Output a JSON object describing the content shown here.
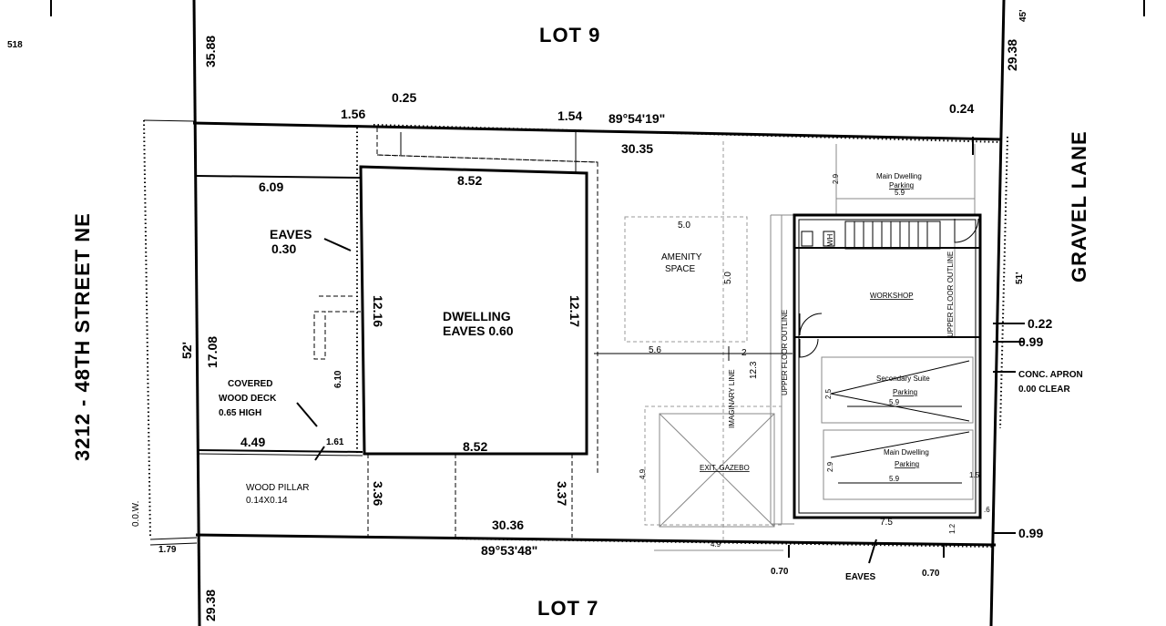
{
  "labels": {
    "lot_9": "LOT 9",
    "lot_7": "LOT 7",
    "street": "3212 - 48TH STREET NE",
    "gravel_lane": "GRAVEL LANE",
    "dwelling_1": "DWELLING",
    "dwelling_2": "EAVES 0.60",
    "eaves_1": "EAVES",
    "eaves_2": "0.30",
    "amenity_1": "AMENITY",
    "amenity_2": "SPACE",
    "deck_1": "COVERED",
    "deck_2": "WOOD DECK",
    "deck_3": "0.65 HIGH",
    "pillar_1": "WOOD PILLAR",
    "pillar_2": "0.14X0.14",
    "workshop": "WORKSHOP",
    "main_parking_top_1": "Main Dwelling",
    "main_parking_top_2": "Parking",
    "main_parking_bot_1": "Main Dwelling",
    "main_parking_bot_2": "Parking",
    "suite_parking_1": "Secondary Suite",
    "suite_parking_2": "Parking",
    "gazebo": "EXIT. GAZEBO",
    "imaginary_line": "IMAGINARY LINE",
    "upper_floor_1": "UPPER FLOOR OUTLINE",
    "upper_floor_2": "UPPER FLOOR OUTLINE",
    "conc_apron_1": "CONC. APRON",
    "conc_apron_2": "0.00 CLEAR",
    "row": "0.0.W.",
    "eaves_bottom": "EAVES",
    "wh": "WH",
    "num_518": "518"
  },
  "dimensions": {
    "d_35_88": "35.88",
    "d_29_38_top": "29.38",
    "d_29_38_bot": "29.38",
    "d_1_56": "1.56",
    "d_0_25": "0.25",
    "d_1_54": "1.54",
    "bearing_top": "89°54'19\"",
    "d_30_35": "30.35",
    "d_0_24": "0.24",
    "d_6_09": "6.09",
    "d_8_52_top": "8.52",
    "d_8_52_bot": "8.52",
    "d_12_16": "12.16",
    "d_12_17": "12.17",
    "d_52": "52'",
    "d_17_08": "17.08",
    "d_6_10": "6.10",
    "d_4_49": "4.49",
    "d_1_61": "1.61",
    "d_3_36": "3.36",
    "d_3_37": "3.37",
    "d_30_36": "30.36",
    "bearing_bot": "89°53'48\"",
    "d_1_79": "1.79",
    "d_0_70_a": "0.70",
    "d_0_70_b": "0.70",
    "d_0_22": "0.22",
    "d_0_99_a": "0.99",
    "d_0_99_b": "0.99",
    "d_51": "51'",
    "d_45": "45'",
    "d_5_0_h": "5.0",
    "d_5_0_v": "5.0",
    "d_5_6": "5.6",
    "d_2": "2",
    "d_12_3": "12.3",
    "d_2_9_top": "2.9",
    "d_5_9_top": "5.9",
    "d_2_5": "2.5",
    "d_5_9_mid": "5.9",
    "d_2_9_bot": "2.9",
    "d_5_9_bot": "5.9",
    "d_4_9_v": "4.9",
    "d_4_9_h": "4.9",
    "d_7_5": "7.5",
    "d_1_2": "1.2",
    "d_1_5": "1.5",
    "d_6": ".6"
  }
}
